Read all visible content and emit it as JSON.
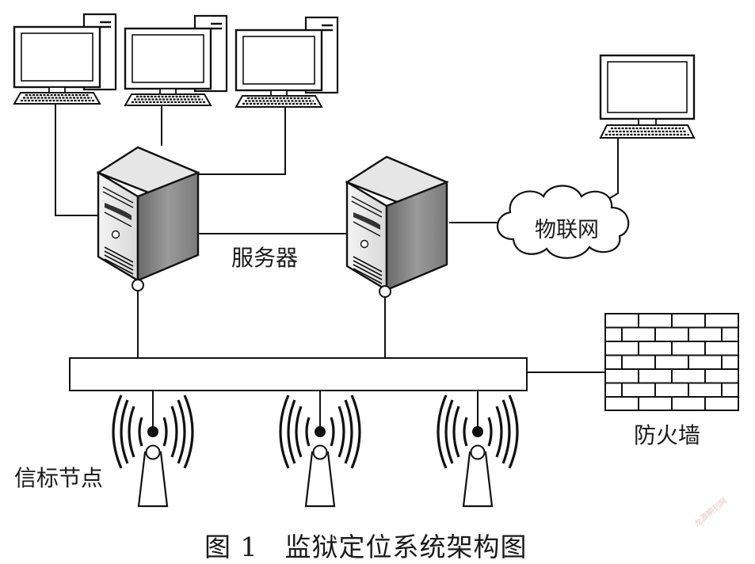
{
  "labels": {
    "server": "服务器",
    "iot": "物联网",
    "firewall": "防火墙",
    "beacon_nodes": "信标节点"
  },
  "caption": {
    "figure_number": "图 1",
    "title": "监狱定位系统架构图"
  },
  "watermark": "龙源期刊网",
  "colors": {
    "line": "#111111",
    "server_front": "#eeeeee",
    "server_side": "#7a7a7a",
    "background": "#ffffff"
  },
  "icons": {
    "computer": "desktop-computer-icon",
    "server": "tower-server-icon",
    "cloud": "cloud-icon",
    "firewall": "brick-wall-icon",
    "beacon": "wireless-beacon-icon"
  }
}
